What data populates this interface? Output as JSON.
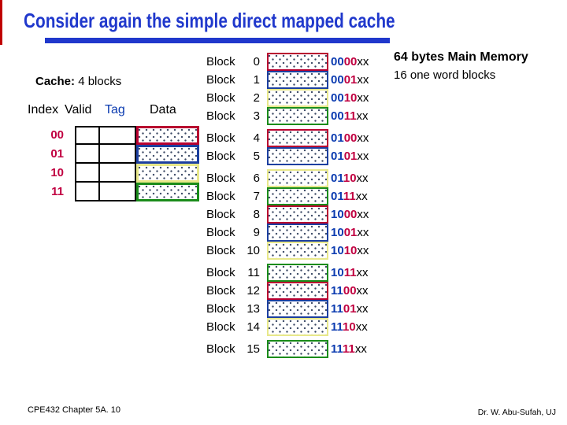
{
  "title": "Consider again the simple direct mapped cache",
  "cache": {
    "label_bold": "Cache:",
    "label_rest": " 4 blocks",
    "headers": {
      "index": "Index",
      "valid": "Valid",
      "tag": "Tag",
      "data": "Data"
    },
    "rows": [
      {
        "index": "00",
        "color": "red"
      },
      {
        "index": "01",
        "color": "blue"
      },
      {
        "index": "10",
        "color": "yellow"
      },
      {
        "index": "11",
        "color": "green"
      }
    ]
  },
  "memory": {
    "heading_line1": "64 bytes Main Memory",
    "heading_line2": "16 one word blocks",
    "block_word": "Block",
    "blocks": [
      {
        "num": "0",
        "color": "red",
        "tag": "00",
        "index": "00",
        "suffix": "xx"
      },
      {
        "num": "1",
        "color": "blue",
        "tag": "00",
        "index": "01",
        "suffix": "xx"
      },
      {
        "num": "2",
        "color": "yellow",
        "tag": "00",
        "index": "10",
        "suffix": "xx"
      },
      {
        "num": "3",
        "color": "green",
        "tag": "00",
        "index": "11",
        "suffix": "xx"
      },
      {
        "num": "4",
        "color": "red",
        "tag": "01",
        "index": "00",
        "suffix": "xx",
        "gap_before": true
      },
      {
        "num": "5",
        "color": "blue",
        "tag": "01",
        "index": "01",
        "suffix": "xx"
      },
      {
        "num": "6",
        "color": "yellow",
        "tag": "01",
        "index": "10",
        "suffix": "xx",
        "gap_before": true
      },
      {
        "num": "7",
        "color": "green",
        "tag": "01",
        "index": "11",
        "suffix": "xx"
      },
      {
        "num": "8",
        "color": "red",
        "tag": "10",
        "index": "00",
        "suffix": "xx"
      },
      {
        "num": "9",
        "color": "blue",
        "tag": "10",
        "index": "01",
        "suffix": "xx"
      },
      {
        "num": "10",
        "color": "yellow",
        "tag": "10",
        "index": "10",
        "suffix": "xx"
      },
      {
        "num": "11",
        "color": "green",
        "tag": "10",
        "index": "11",
        "suffix": "xx",
        "gap_before": true
      },
      {
        "num": "12",
        "color": "red",
        "tag": "11",
        "index": "00",
        "suffix": "xx"
      },
      {
        "num": "13",
        "color": "blue",
        "tag": "11",
        "index": "01",
        "suffix": "xx"
      },
      {
        "num": "14",
        "color": "yellow",
        "tag": "11",
        "index": "10",
        "suffix": "xx"
      },
      {
        "num": "15",
        "color": "green",
        "tag": "11",
        "index": "11",
        "suffix": "xx",
        "gap_before": true
      }
    ]
  },
  "footer": {
    "left": "CPE432  Chapter 5A. 10",
    "right": "Dr. W. Abu-Sufah, UJ"
  },
  "colors": {
    "title_blue": "#2038cc",
    "text_blue": "#0b3bb0",
    "text_red": "#c00040",
    "box_red": "#b80030",
    "box_blue": "#1c3fa0",
    "box_yellow": "#e8e88a",
    "box_green": "#1a8c1a",
    "accent_red": "#c00000"
  }
}
